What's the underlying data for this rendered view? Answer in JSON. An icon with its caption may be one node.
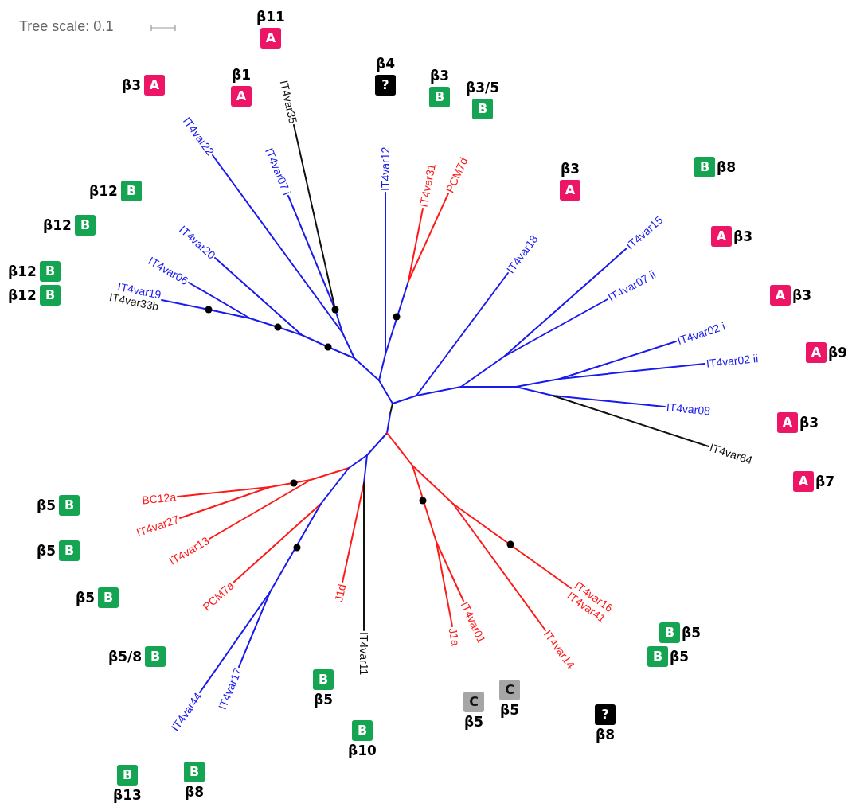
{
  "diagram": {
    "nodes": [
      {
        "text": [
          "A"
        ],
        "beside": [
          "β11"
        ]
      },
      {
        "text": [
          "A"
        ],
        "beside": [
          "β3"
        ]
      },
      {
        "text": [
          "A"
        ],
        "beside": [
          "β1"
        ]
      },
      {
        "text": [
          "?"
        ],
        "beside": [
          "β4"
        ]
      },
      {
        "text": [
          "B"
        ],
        "beside": [
          "β3"
        ]
      },
      {
        "text": [
          "B"
        ],
        "beside": [
          "β3/5"
        ]
      },
      {
        "text": [
          "B"
        ],
        "beside": [
          "β8"
        ]
      },
      {
        "text": [
          "A"
        ],
        "beside": [
          "β3"
        ]
      },
      {
        "text": [
          "B"
        ],
        "beside": [
          "β12"
        ]
      },
      {
        "text": [
          "B"
        ],
        "beside": [
          "β12"
        ]
      },
      {
        "text": [
          "A"
        ],
        "beside": [
          "β3"
        ]
      },
      {
        "text": [
          "B"
        ],
        "beside": [
          "β12"
        ]
      },
      {
        "text": [
          "B"
        ],
        "beside": [
          "β12"
        ]
      },
      {
        "text": [
          "A"
        ],
        "beside": [
          "β3"
        ]
      },
      {
        "text": [
          "A"
        ],
        "beside": [
          "β9"
        ]
      },
      {
        "text": [
          "A"
        ],
        "beside": [
          "β3"
        ]
      },
      {
        "text": [
          "A"
        ],
        "beside": [
          "β7"
        ]
      },
      {
        "text": [
          "B"
        ],
        "beside": [
          "β5"
        ]
      },
      {
        "text": [
          "B"
        ],
        "beside": [
          "β5"
        ]
      },
      {
        "text": [
          "B"
        ],
        "beside": [
          "β5"
        ]
      },
      {
        "text": [
          "B"
        ],
        "beside": [
          "β5"
        ]
      },
      {
        "text": [
          "B"
        ],
        "beside": [
          "β5/8"
        ]
      },
      {
        "text": [
          "B"
        ],
        "beside": [
          "β5"
        ]
      },
      {
        "text": [
          "B"
        ],
        "beside": [
          "β5"
        ]
      },
      {
        "text": [
          "C"
        ],
        "beside": [
          "β5"
        ]
      },
      {
        "text": [
          "C"
        ],
        "beside": [
          "β5"
        ]
      },
      {
        "text": [
          "?"
        ],
        "beside": [
          "β8"
        ]
      },
      {
        "text": [
          "B"
        ],
        "beside": [
          "β10"
        ]
      },
      {
        "text": [
          "B"
        ],
        "beside": [
          "β8"
        ]
      },
      {
        "text": [
          "B"
        ],
        "beside": [
          "β13"
        ]
      }
    ],
    "labels": [
      "Tree scale: 0.1",
      "IT4var35",
      "IT4var22",
      "IT4var07 i",
      "IT4var12",
      "IT4var31",
      "PCM7d",
      "IT4var18",
      "IT4var20",
      "IT4var15",
      "IT4var06",
      "IT4var33b",
      "IT4var19",
      "IT4var07 ii",
      "IT4var02 i",
      "IT4var02 ii",
      "IT4var08",
      "IT4var64",
      "BC12a",
      "IT4var27",
      "IT4var13",
      "PCM7a",
      "J1d",
      "IT4var16",
      "IT4var41",
      "IT4var01",
      "J1a",
      "IT4var14",
      "IT4var11",
      "IT4var44",
      "IT4var17"
    ]
  }
}
